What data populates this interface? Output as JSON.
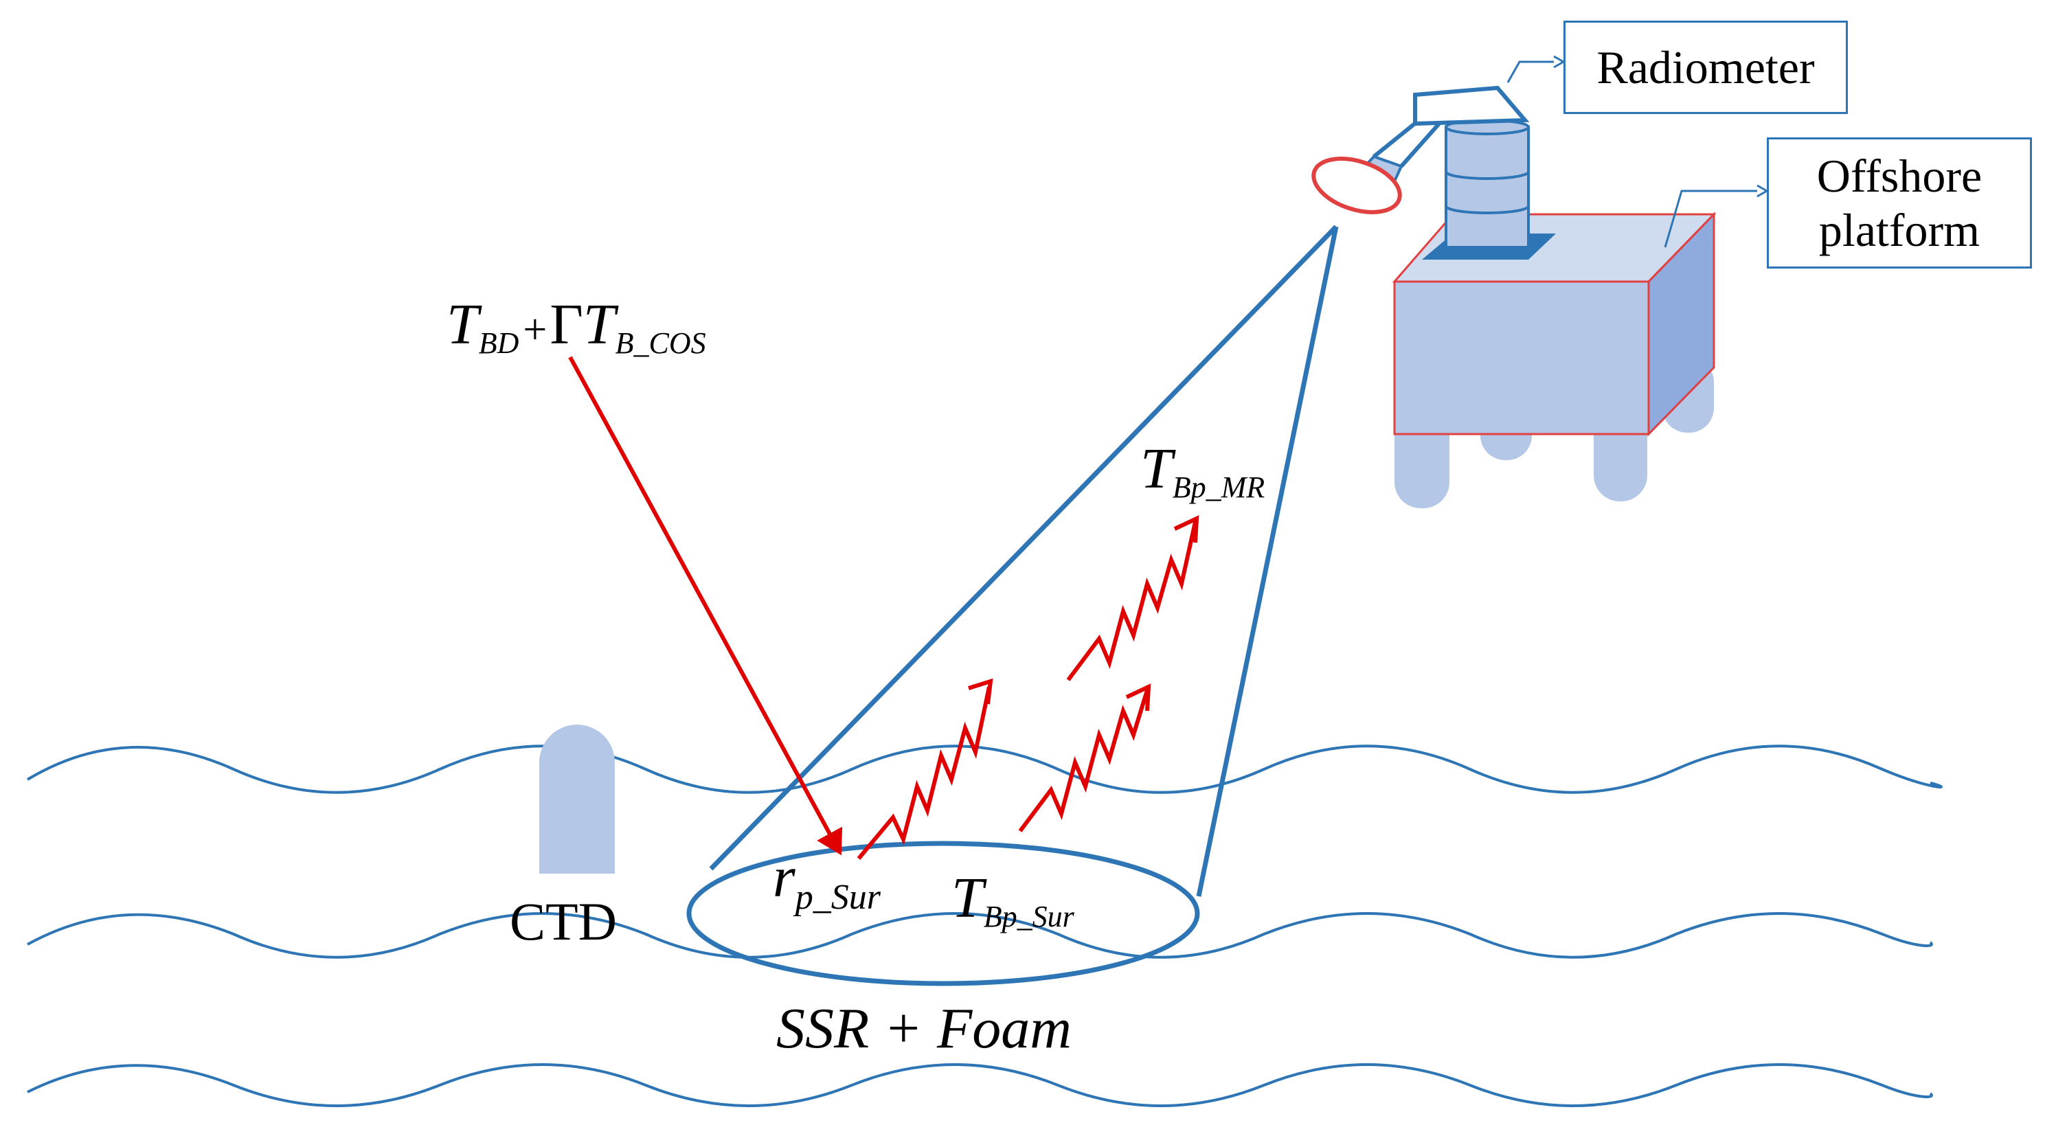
{
  "labels": {
    "radiometer": "Radiometer",
    "offshore_line1": "Offshore",
    "offshore_line2": "platform",
    "ctd": "CTD",
    "ssr_foam": "SSR + Foam"
  },
  "math": {
    "incident": {
      "t1": "T",
      "s1": "BD",
      "plus": "+",
      "gamma": "Γ",
      "t2": "T",
      "s2": "B_COS"
    },
    "reflect": {
      "r": "r",
      "s": "p_Sur"
    },
    "surface": {
      "t": "T",
      "s": "Bp_Sur"
    },
    "measured": {
      "t": "T",
      "s": "Bp_MR"
    }
  },
  "colors": {
    "water": "#2e75b6",
    "arrow": "#e00000",
    "platform_fill": "#b4c7e7",
    "platform_side": "#8faadc",
    "platform_edge": "#e04040",
    "ctd": "#b4c7e7"
  }
}
